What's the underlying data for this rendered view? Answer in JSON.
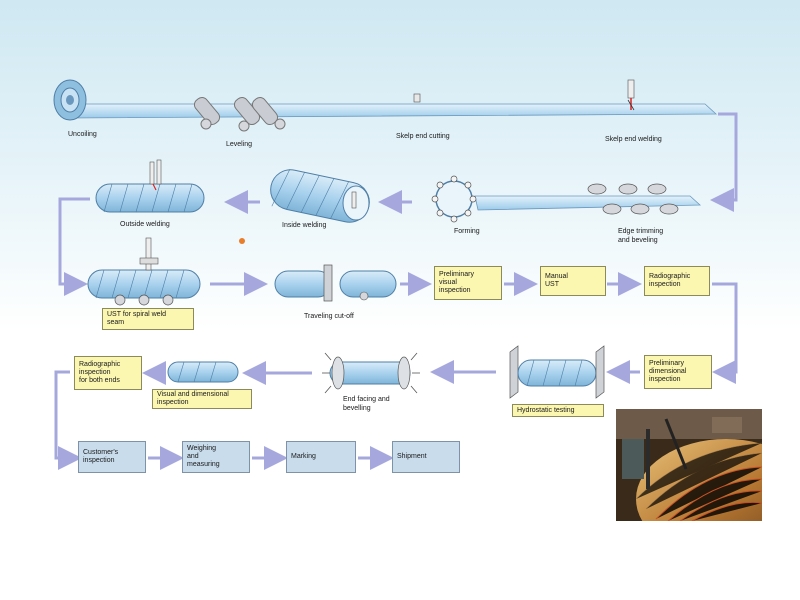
{
  "labels": {
    "uncoiling": "Uncoiling",
    "leveling": "Leveling",
    "skelp_end_cutting": "Skelp end cutting",
    "skelp_end_welding": "Skelp end welding",
    "outside_welding": "Outside welding",
    "inside_welding": "Inside welding",
    "forming": "Forming",
    "edge_trimming": "Edge trimming\nand beveling",
    "traveling_cutoff": "Traveling cut-off",
    "end_facing": "End facing and\nbevelling"
  },
  "boxes": {
    "ust_spiral": "UST for spiral weld\nseam",
    "preliminary_visual": "Preliminary\nvisual\ninspection",
    "manual_ust": "Manual\nUST",
    "radiographic": "Radiographic\ninspection",
    "preliminary_dimensional": "Preliminary\ndimensional\ninspection",
    "hydrostatic": "Hydrostatic testing",
    "visual_dimensional": "Visual and dimensional\ninspection",
    "radiographic_both_ends": "Radiographic\ninspection\nfor both ends",
    "customers_inspection": "Customer's\ninspection",
    "weighing": "Weighing\nand\nmeasuring",
    "marking": "Marking",
    "shipment": "Shipment"
  },
  "colors": {
    "arrow": "#a6a8dd",
    "pipe": "#a9d2ee",
    "yellow_box": "#fbf6b0",
    "blue_box": "#c8dcec",
    "dot": "#e87d2a"
  }
}
